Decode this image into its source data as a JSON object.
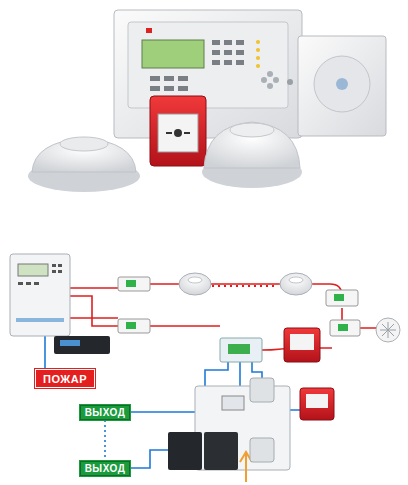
{
  "diagram": {
    "nodes": [
      {
        "text": [
          "ПОЖАР"
        ]
      },
      {
        "text": [
          "ВЫХОД"
        ]
      },
      {
        "text": [
          "ВЫХОД"
        ]
      }
    ],
    "edges": [
      {
        "from": 1,
        "to": 2,
        "arrow": "none"
      }
    ]
  }
}
